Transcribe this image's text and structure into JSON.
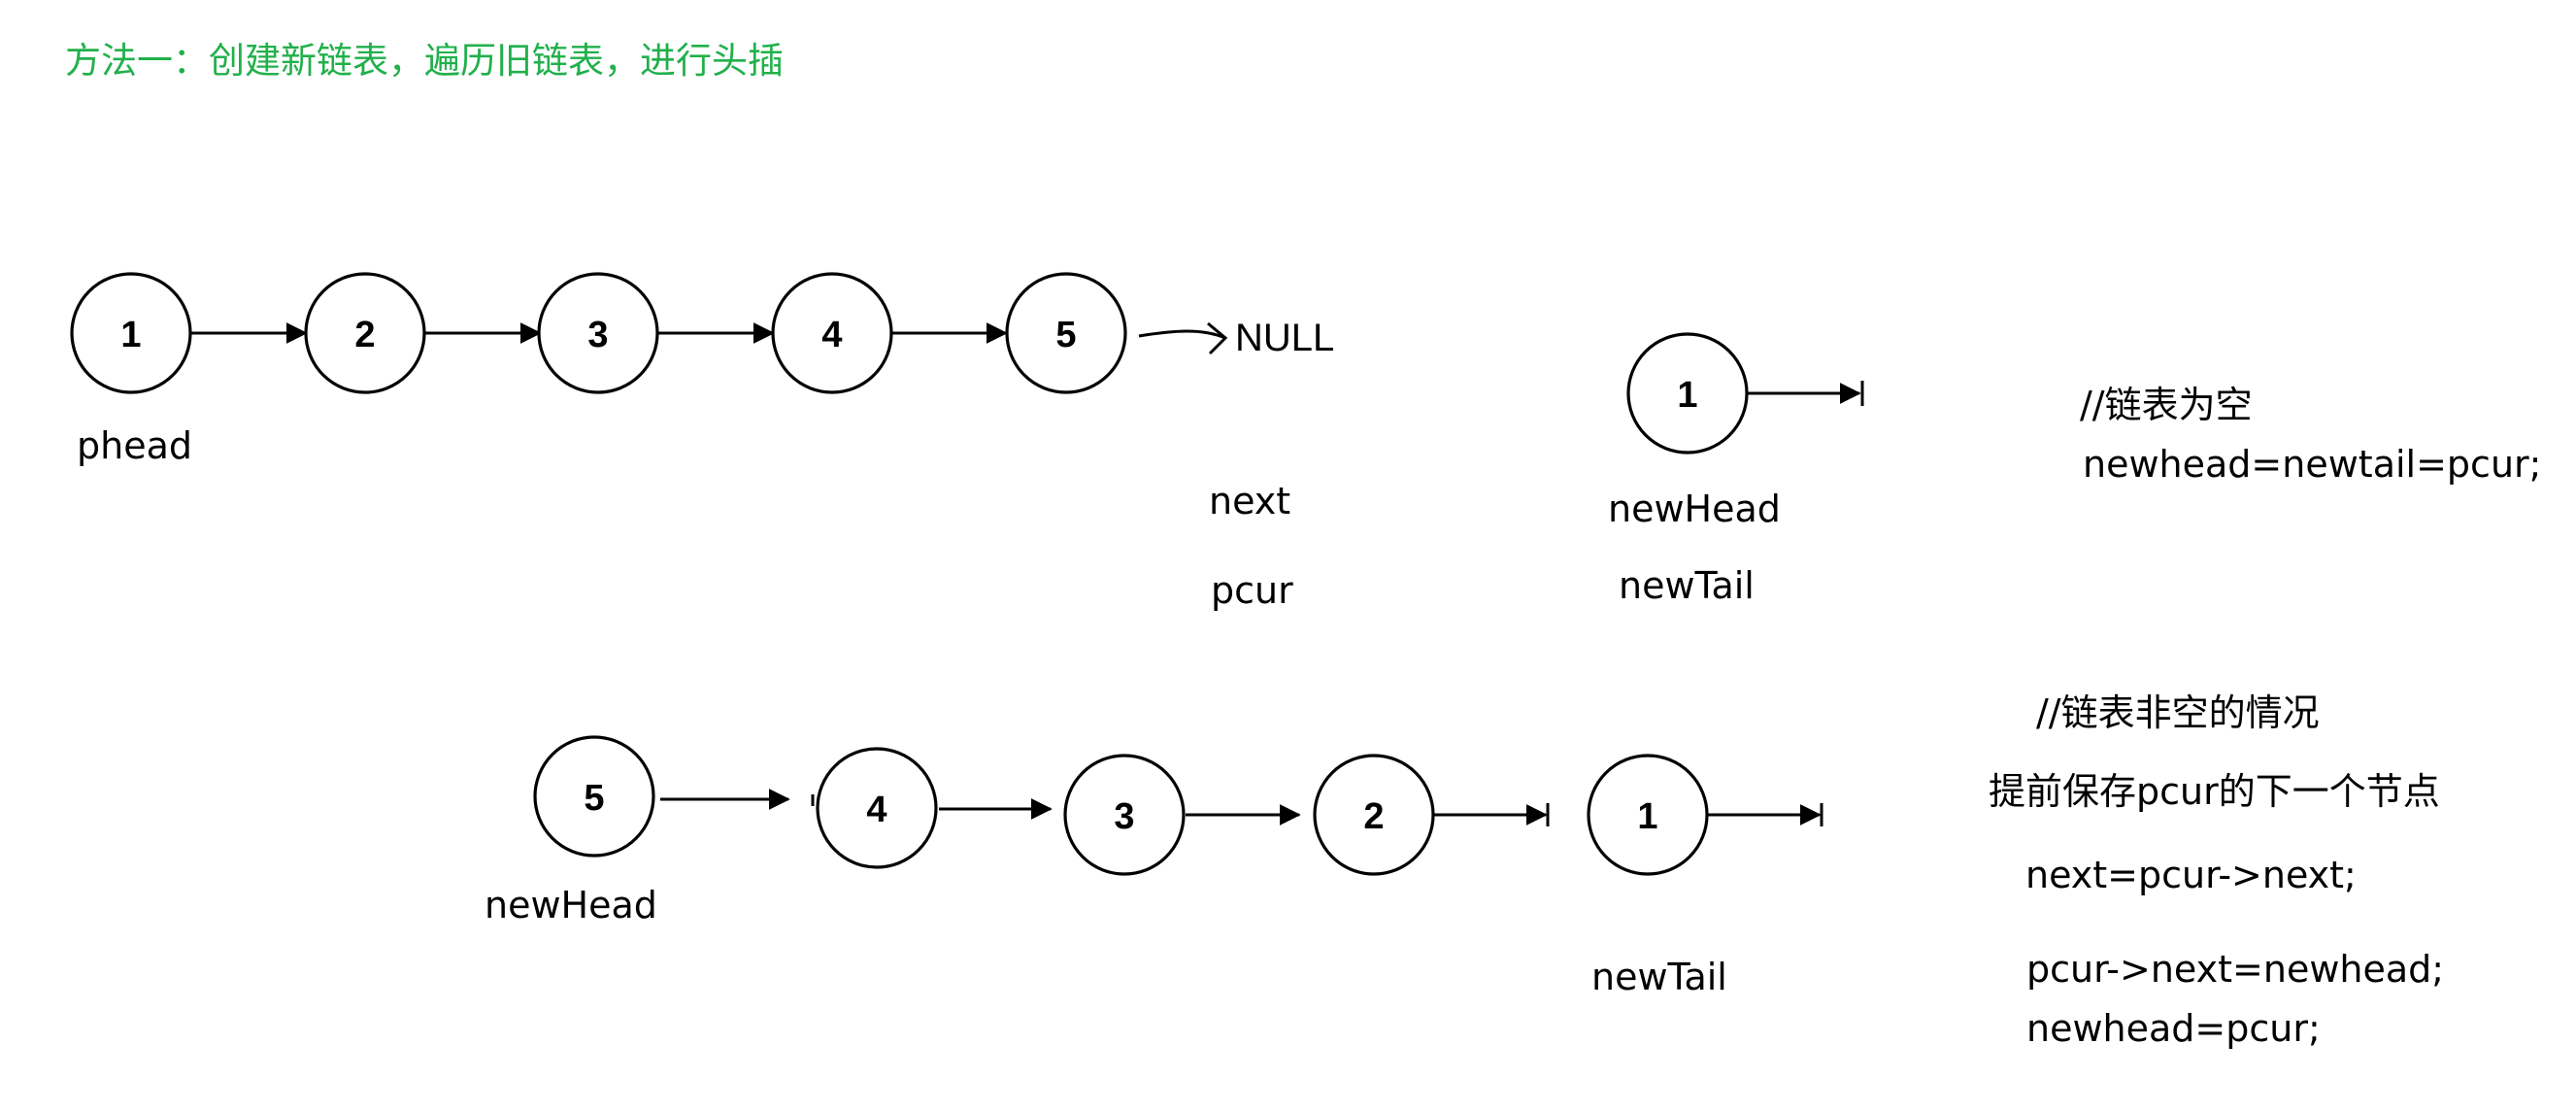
{
  "title": "方法一：创建新链表，遍历旧链表，进行头插",
  "original_list": {
    "nodes": [
      "1",
      "2",
      "3",
      "4",
      "5"
    ],
    "end_label": "NULL",
    "head_label": "phead"
  },
  "pointer_labels": {
    "next": "next",
    "pcur": "pcur"
  },
  "empty_case": {
    "node": "1",
    "head_label": "newHead",
    "tail_label": "newTail",
    "comment": "//链表为空",
    "code": "newhead=newtail=pcur;"
  },
  "reversed_list": {
    "nodes": [
      "5",
      "4",
      "3",
      "2",
      "1"
    ],
    "head_label": "newHead",
    "tail_label": "newTail"
  },
  "nonempty_case": {
    "comment": "//链表非空的情况",
    "note": "提前保存pcur的下一个节点",
    "code_lines": [
      "next=pcur->next;",
      "pcur->next=newhead;",
      "newhead=pcur;"
    ]
  },
  "colors": {
    "title": "#21b04b",
    "ink": "#000000",
    "background": "#ffffff"
  }
}
